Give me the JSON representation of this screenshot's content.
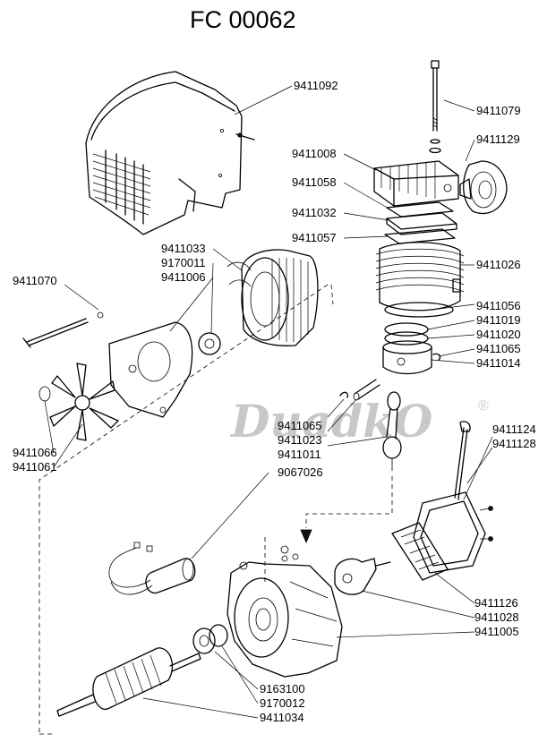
{
  "title": "FC 00062",
  "watermark": {
    "text": "DuadkO",
    "mark": "®"
  },
  "part_numbers": {
    "hood": "9411092",
    "long_bolt": "9411079",
    "air_filter": "9411129",
    "cylinder_head": "9411008",
    "head_gasket": "9411058",
    "valve_plate": "9411032",
    "cylinder_gasket": "9411057",
    "cylinder": "9411026",
    "cylinder_screw": "9411056",
    "ring_1": "9411019",
    "ring_2": "9411020",
    "piston_circlip": "9411065",
    "piston": "9411014",
    "stator_label_1": "9411033",
    "stator_label_2": "9170011",
    "stator_label_3": "9411006",
    "tie_rod": "9411070",
    "fan_washer": "9411066",
    "fan": "9411061",
    "pin_circlip": "9411065",
    "piston_pin": "9411023",
    "connecting_rod": "9411011",
    "capacitor": "9067026",
    "dipstick": "9411124",
    "breather": "9411128",
    "crankcase_gasket": "9411126",
    "counterweight": "9411028",
    "crankcase": "9411005",
    "bearing": "9163100",
    "bearing_2": "9170012",
    "rotor": "9411034"
  },
  "colors": {
    "line": "#000000",
    "watermark": "#c8c8c8",
    "background": "#ffffff"
  }
}
